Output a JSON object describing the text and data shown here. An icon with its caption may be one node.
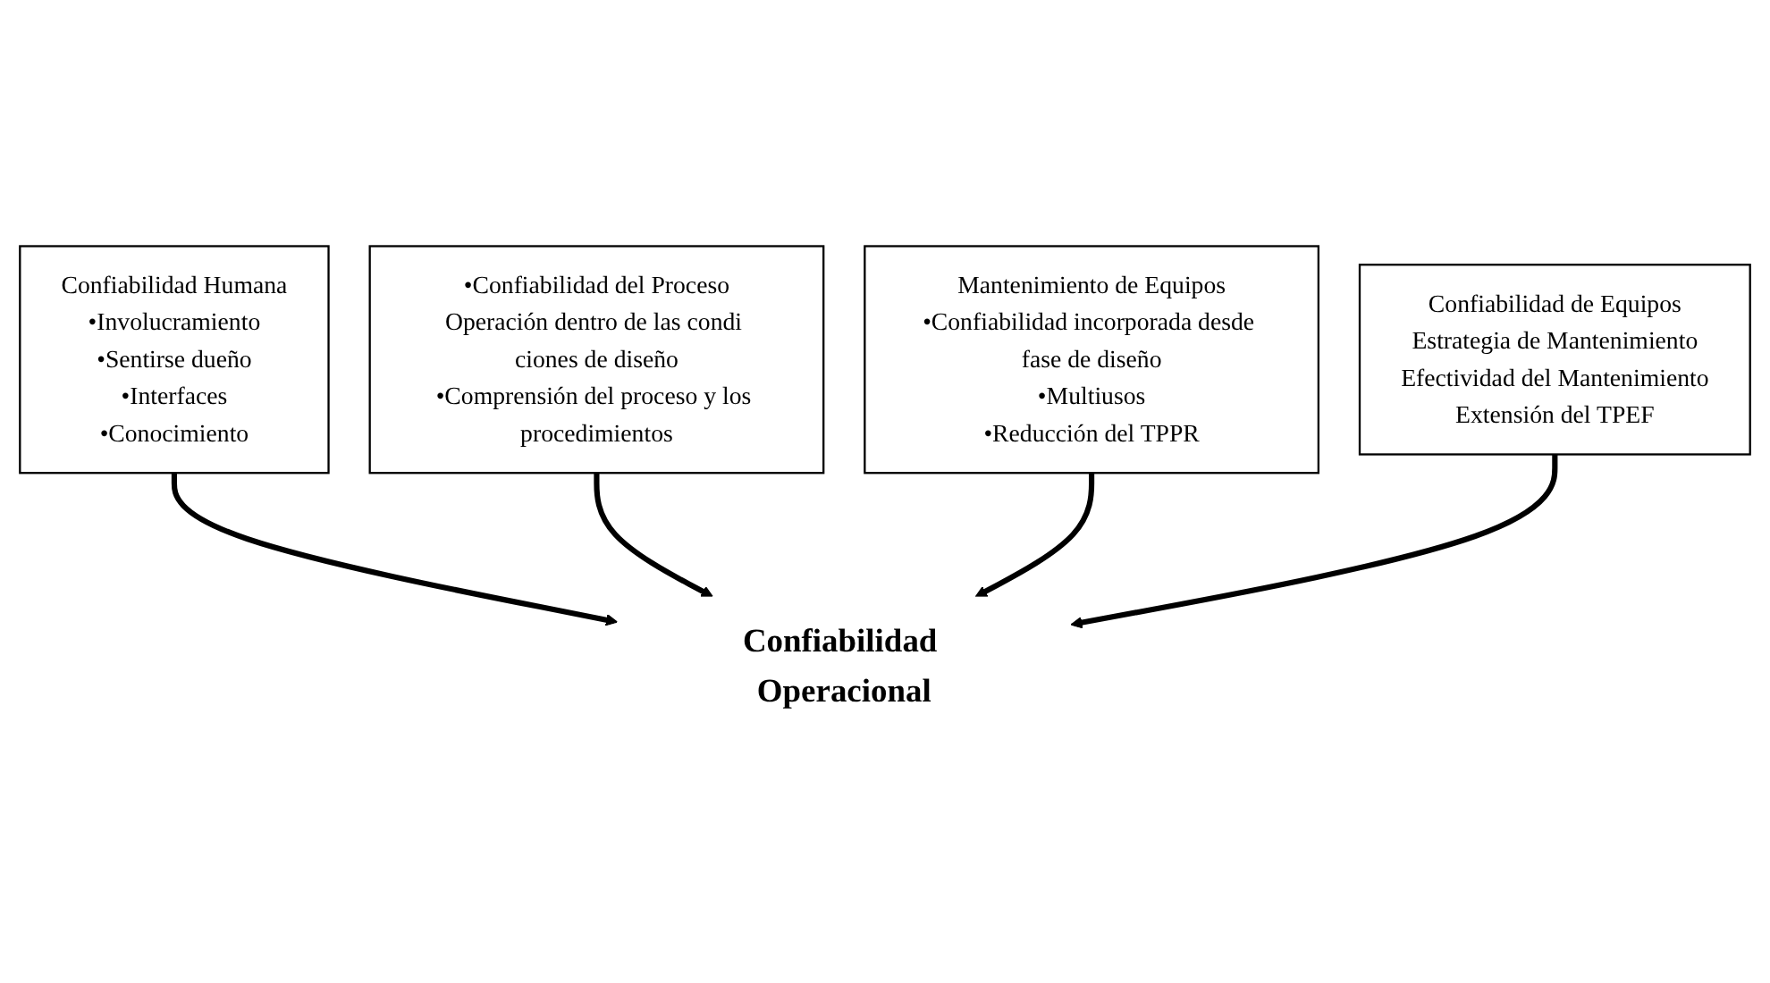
{
  "diagram": {
    "nodes": [
      {
        "text": [
          "Confiabilidad Humana",
          "•Involucramiento",
          "•Sentirse dueño",
          "•Interfaces",
          "•Conocimiento"
        ]
      },
      {
        "text": [
          "•Confiabilidad del Proceso",
          "Operación dentro de las condi ciones de diseño",
          "•Comprensión del proceso y los procedimientos"
        ]
      },
      {
        "text": [
          "Confiabilidad Operacional"
        ]
      },
      {
        "text": [
          "Mantenimiento de Equipos",
          "•Confiabilidad incorporada desde fase de diseño",
          "•Multiusos",
          "•Reducción del TPPR"
        ]
      },
      {
        "text": [
          "Confiabilidad de Equipos",
          "Estrategia de Mantenimiento",
          "Efectividad del Mantenimiento",
          "Extensión del TPEF"
        ]
      }
    ],
    "edges": [
      {
        "from": 0,
        "to": 2,
        "arrow": "to"
      },
      {
        "from": 1,
        "to": 2,
        "arrow": "to"
      },
      {
        "from": 3,
        "to": 2,
        "arrow": "to"
      },
      {
        "from": 4,
        "to": 2,
        "arrow": "to"
      }
    ]
  }
}
